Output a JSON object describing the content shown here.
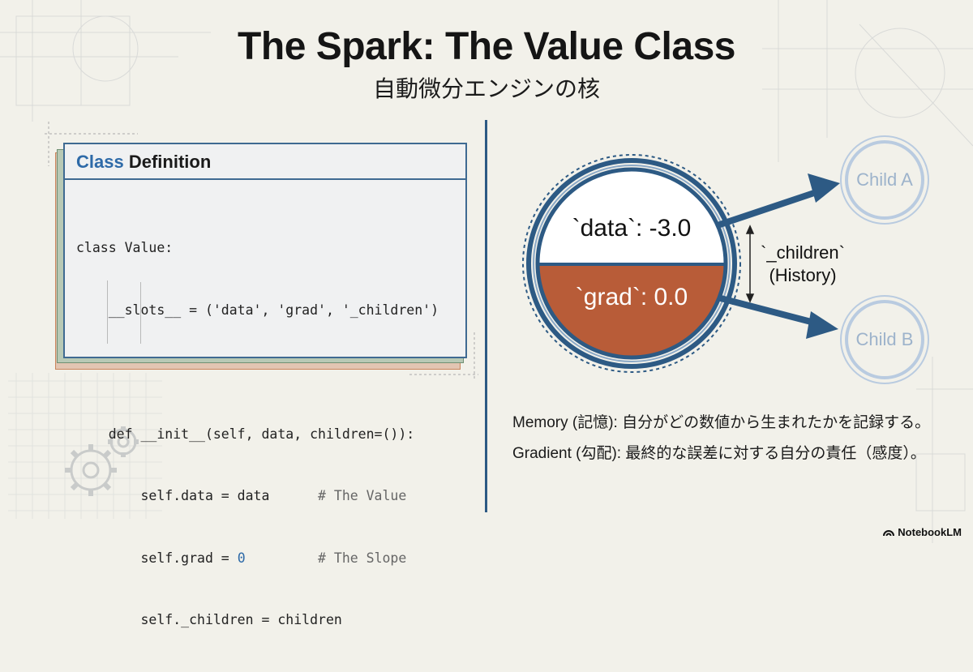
{
  "title": "The Spark: The Value Class",
  "subtitle": "自動微分エンジンの核",
  "code_card": {
    "header_keyword": "Class",
    "header_rest": " Definition",
    "lines": [
      {
        "text": "class Value:",
        "comment": ""
      },
      {
        "text": "    __slots__ = ('data', 'grad', '_children')",
        "comment": ""
      },
      {
        "text": "",
        "comment": ""
      },
      {
        "text": "    def __init__(self, data, children=()):",
        "comment": ""
      },
      {
        "text": "        self.data = data      ",
        "comment": "# The Value"
      },
      {
        "text": "        self.grad = ",
        "number": "0",
        "pad": "         ",
        "comment": "# The Slope"
      },
      {
        "text": "        self._children = children",
        "comment": ""
      }
    ]
  },
  "diagram": {
    "data_label": "`data`: -3.0",
    "grad_label": "`grad`: 0.0",
    "children_label_line1": "`_children`",
    "children_label_line2": "(History)",
    "child_a": "Child A",
    "child_b": "Child B",
    "colors": {
      "blue": "#2d5a84",
      "orange": "#b85c38",
      "light_blue": "#b9cbe0"
    }
  },
  "notes": [
    "Memory (記憶): 自分がどの数値から生まれたかを記録する。",
    "Gradient (勾配): 最終的な誤差に対する自分の責任（感度）。"
  ],
  "brand": "NotebookLM"
}
